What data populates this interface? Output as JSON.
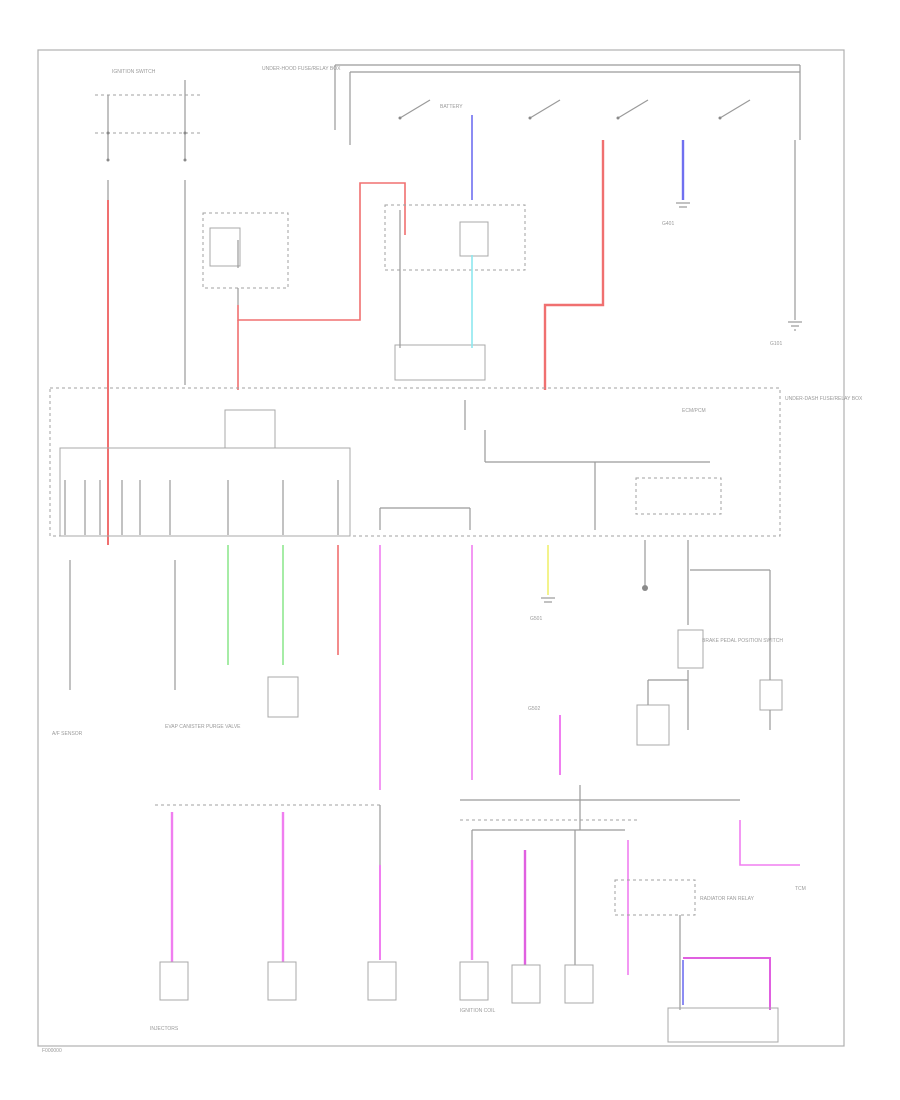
{
  "diagram": {
    "wire_colors": {
      "red": "#f07070",
      "pink": "#f07ef0",
      "magenta": "#e060e0",
      "green": "#90e890",
      "blue": "#7070f0",
      "lightblue": "#8ee8ee",
      "yellow": "#f0f070",
      "lilac": "#c0a8f0",
      "grey": "#9a9a9a"
    },
    "captions": [
      "IGNITION SWITCH",
      "UNDER-HOOD FUSE/RELAY BOX",
      "UNDER-DASH FUSE/RELAY BOX",
      "BATTERY",
      "ECM/PCM",
      "A/F SENSOR",
      "EVAP CANISTER PURGE VALVE",
      "INJECTORS",
      "IGNITION COIL",
      "BRAKE PEDAL POSITION SWITCH",
      "RADIATOR FAN RELAY",
      "TCM",
      "G101",
      "G401",
      "G501",
      "G502"
    ],
    "footer_code": "F000000"
  }
}
